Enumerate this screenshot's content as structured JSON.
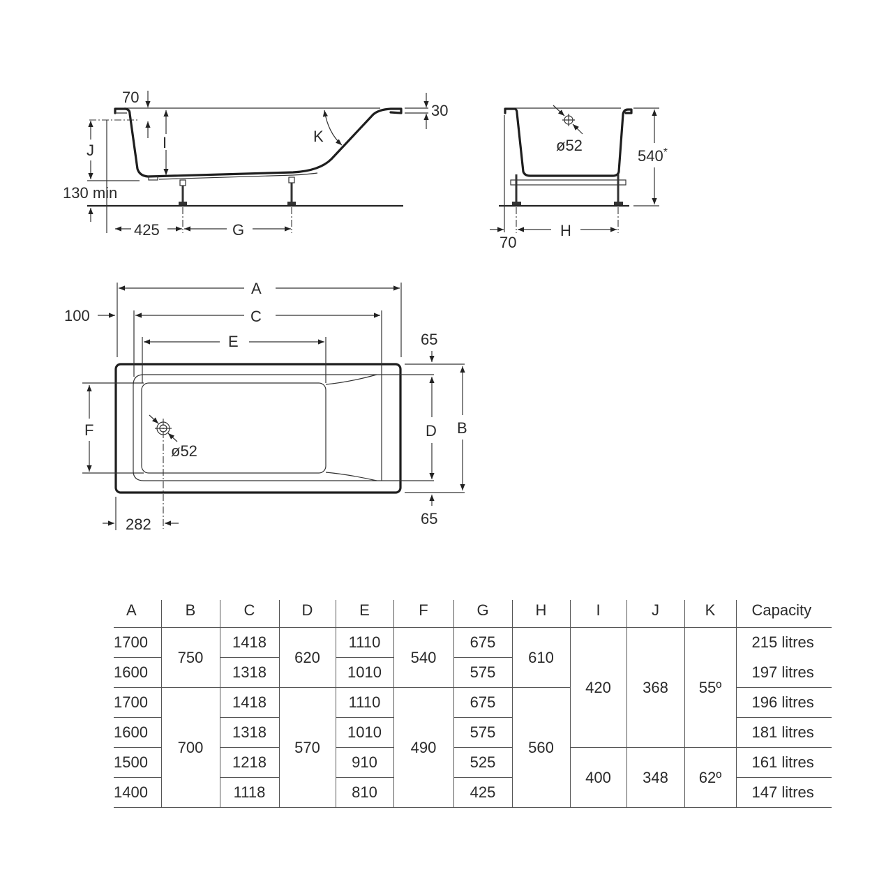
{
  "side_view": {
    "top_margin": "70",
    "rim": "30",
    "j": "J",
    "i": "I",
    "k": "K",
    "floor_clearance": "130 min",
    "leg_offset": "425",
    "g": "G"
  },
  "end_view": {
    "drain": "ø52",
    "height": "540",
    "height_note": "*",
    "offset": "70",
    "h": "H"
  },
  "plan_view": {
    "a": "A",
    "c": "C",
    "e": "E",
    "offset_100": "100",
    "top_65": "65",
    "bottom_65": "65",
    "d": "D",
    "b": "B",
    "f": "F",
    "drain": "ø52",
    "drain_offset": "282"
  },
  "table": {
    "headers": [
      "A",
      "B",
      "C",
      "D",
      "E",
      "F",
      "G",
      "H",
      "I",
      "J",
      "K",
      "Capacity"
    ],
    "rows": [
      {
        "A": "1700",
        "B": "750",
        "C": "1418",
        "D": "620",
        "E": "1110",
        "F": "540",
        "G": "675",
        "H": "610",
        "I": "420",
        "J": "368",
        "K": "55º",
        "cap": "215 litres"
      },
      {
        "A": "1600",
        "C": "1318",
        "E": "1010",
        "G": "575",
        "cap": "197 litres"
      },
      {
        "A": "1700",
        "B": "700",
        "C": "1418",
        "D": "570",
        "E": "1110",
        "F": "490",
        "G": "675",
        "H": "560",
        "cap": "196 litres"
      },
      {
        "A": "1600",
        "C": "1318",
        "E": "1010",
        "G": "575",
        "cap": "181 litres"
      },
      {
        "A": "1500",
        "C": "1218",
        "E": "910",
        "G": "525",
        "I": "400",
        "J": "348",
        "K": "62º",
        "cap": "161 litres"
      },
      {
        "A": "1400",
        "C": "1118",
        "E": "810",
        "G": "425",
        "cap": "147 litres"
      }
    ]
  }
}
